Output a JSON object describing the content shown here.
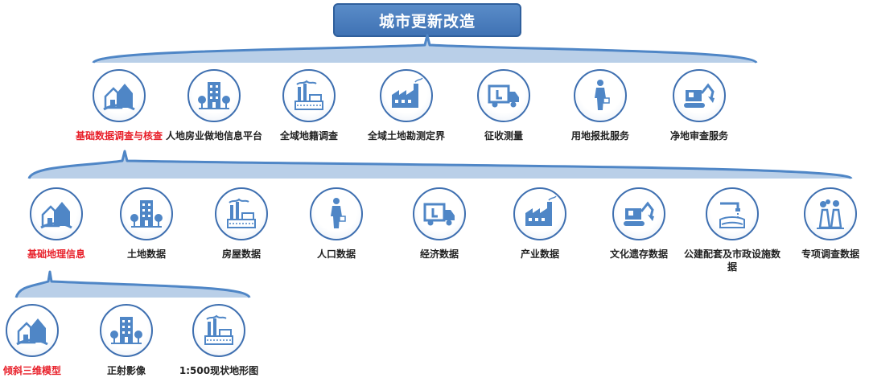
{
  "title": "城市更新改造",
  "colors": {
    "accent": "#3e6fb0",
    "brace": "#4f86c6",
    "highlight": "#e8202a"
  },
  "level1": [
    {
      "label": "基础数据调查与核查",
      "icon": "house-trees-icon",
      "highlight": true
    },
    {
      "label": "人地房业做地信息平台",
      "icon": "building-icon",
      "highlight": false
    },
    {
      "label": "全域地籍调查",
      "icon": "factory-chimney-icon",
      "highlight": false
    },
    {
      "label": "全域土地勘测定界",
      "icon": "factory-icon",
      "highlight": false
    },
    {
      "label": "征收测量",
      "icon": "truck-icon",
      "highlight": false
    },
    {
      "label": "用地报批服务",
      "icon": "person-icon",
      "highlight": false
    },
    {
      "label": "净地审查服务",
      "icon": "excavator-icon",
      "highlight": false
    }
  ],
  "level2": [
    {
      "label": "基础地理信息",
      "icon": "house-trees-icon",
      "highlight": true
    },
    {
      "label": "土地数据",
      "icon": "building-icon",
      "highlight": false
    },
    {
      "label": "房屋数据",
      "icon": "factory-chimney-icon",
      "highlight": false
    },
    {
      "label": "人口数据",
      "icon": "person-icon",
      "highlight": false
    },
    {
      "label": "经济数据",
      "icon": "truck-icon",
      "highlight": false
    },
    {
      "label": "产业数据",
      "icon": "factory-icon",
      "highlight": false
    },
    {
      "label": "文化遗存数据",
      "icon": "excavator-icon",
      "highlight": false
    },
    {
      "label": "公建配套及市政设施数据",
      "icon": "pipe-water-icon",
      "highlight": false
    },
    {
      "label": "专项调查数据",
      "icon": "smokestack-icon",
      "highlight": false
    }
  ],
  "level3": [
    {
      "label": "倾斜三维模型",
      "icon": "house-trees-icon",
      "highlight": true
    },
    {
      "label": "正射影像",
      "icon": "building-icon",
      "highlight": false
    },
    {
      "label": "1:500现状地形图",
      "icon": "factory-chimney-icon",
      "highlight": false
    }
  ]
}
